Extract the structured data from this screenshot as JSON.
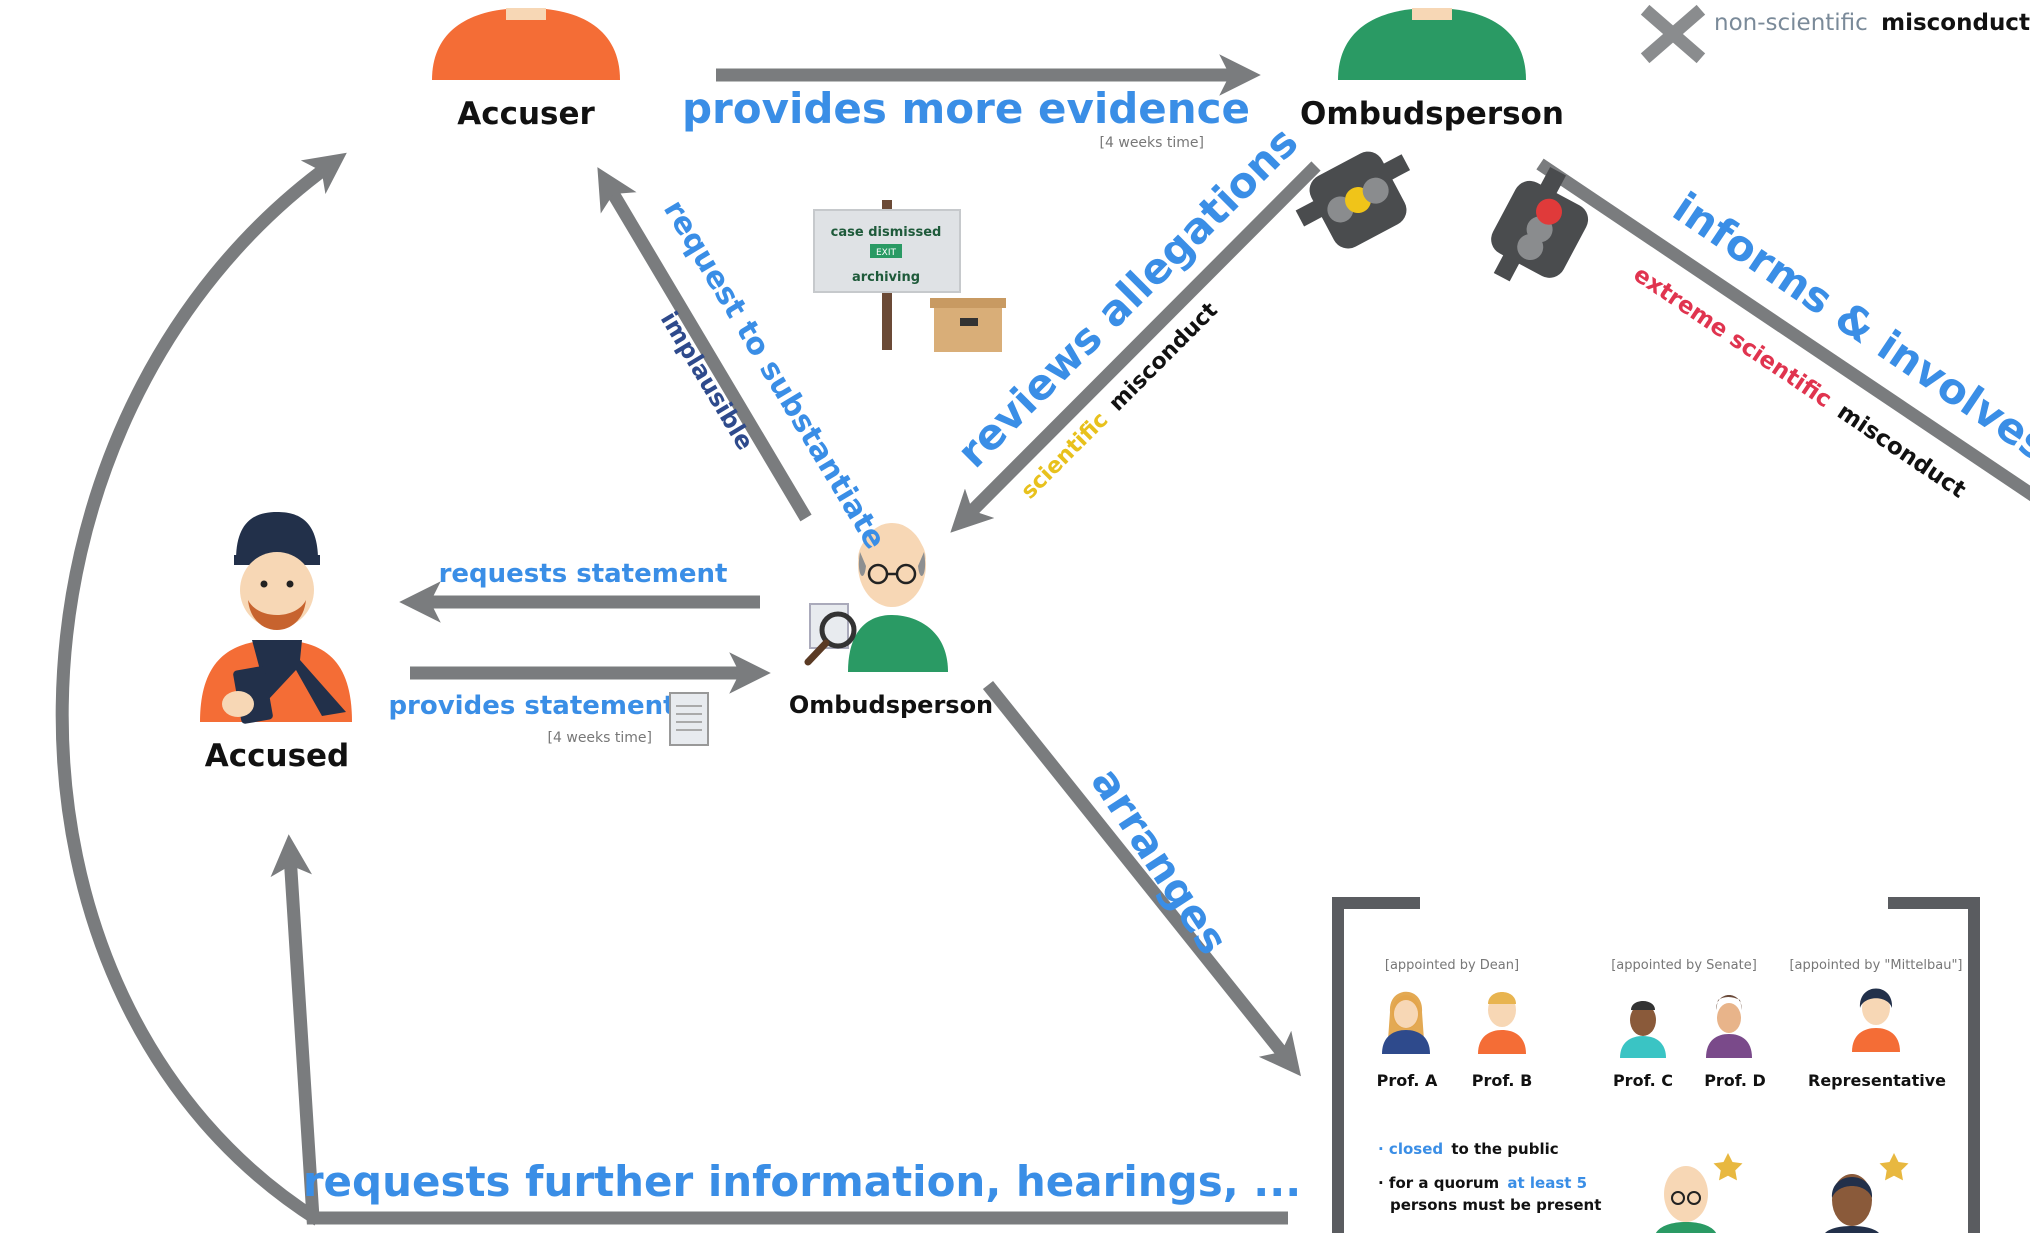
{
  "colors": {
    "arrow": "#7a7c7e",
    "blue": "#3a8ee6",
    "navy": "#2e4a8c",
    "orange": "#f46d36",
    "green": "#2a9a64",
    "yellow": "#e8c11c",
    "red": "#e0344f"
  },
  "actors": {
    "accuser": "Accuser",
    "ombudsperson_top": "Ombudsperson",
    "accused": "Accused",
    "ombudsperson_mid": "Ombudsperson"
  },
  "legend": {
    "nonsci_part1": "non-scientific",
    "nonsci_part2": "misconduct",
    "icon": "x-icon"
  },
  "arrows": {
    "provides_more_evidence": "provides more evidence",
    "four_weeks_a": "[4 weeks time]",
    "request_to_substantiate": "request to substantiate",
    "implausible": "implausible",
    "reviews_allegations": "reviews allegations",
    "scientific_word": "scientific",
    "misconduct_word": "misconduct",
    "informs_involves": "informs & involves",
    "extreme_scientific": "extreme scientific",
    "misconduct_word2": "misconduct",
    "requests_statement": "requests statement",
    "provides_statement": "provides statement",
    "four_weeks_b": "[4 weeks time]",
    "arranges": "arranges",
    "requests_further": "requests further information, hearings, ..."
  },
  "sign": {
    "case_dismissed": "case dismissed",
    "exit": "EXIT",
    "archiving": "archiving"
  },
  "committee": {
    "appointed_dean": "[appointed by Dean]",
    "appointed_senate": "[appointed by Senate]",
    "appointed_mittelbau": "[appointed by \"Mittelbau\"]",
    "members": [
      "Prof. A",
      "Prof. B",
      "Prof. C",
      "Prof. D",
      "Representative"
    ],
    "bullet1_part1": "closed",
    "bullet1_part2": "to the public",
    "bullet2_part1": "for a quorum",
    "bullet2_part2": "at least 5",
    "bullet2_line2": "persons must be present"
  }
}
